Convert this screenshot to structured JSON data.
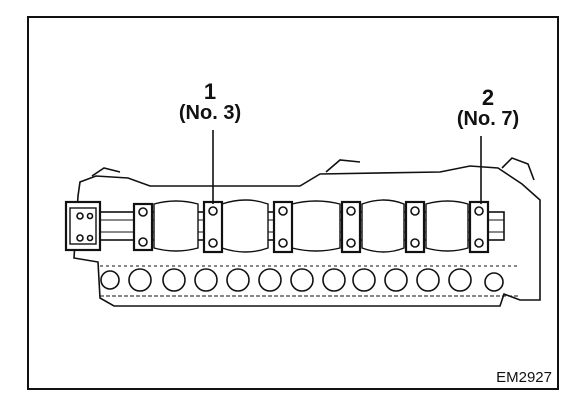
{
  "callouts": [
    {
      "number": "1",
      "journal": "(No. 3)"
    },
    {
      "number": "2",
      "journal": "(No. 7)"
    }
  ],
  "figure_code": "EM2927",
  "colors": {
    "line": "#111111",
    "background": "#ffffff"
  }
}
